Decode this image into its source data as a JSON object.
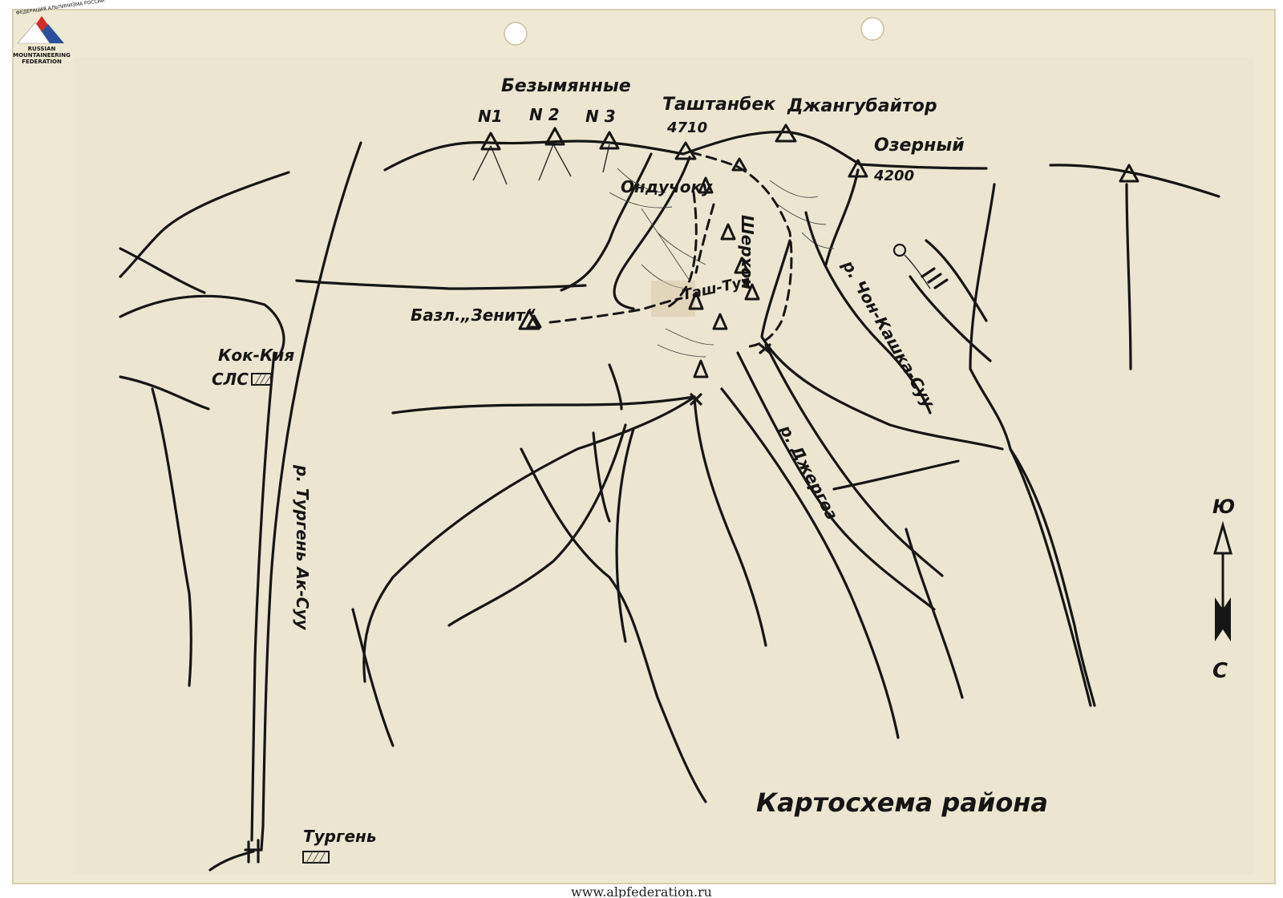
{
  "logo": {
    "arc_text": "ФЕДЕРАЦИЯ АЛЬПИНИЗМА РОССИИ",
    "line1": "RUSSIAN",
    "line2": "MOUNTAINEERING",
    "line3": "FEDERATION"
  },
  "colors": {
    "paper": "#efe9d3",
    "paper_edge": "#e8e0c4",
    "ink": "#151515",
    "logo_red": "#d42a2a",
    "logo_blue": "#2b4f9c"
  },
  "labels": {
    "bezymyannye": "Безымянные",
    "n1": "N1",
    "n2": "N 2",
    "n3": "N 3",
    "tashtanbek": "Таштанбек",
    "tashtanbek_alt": "4710",
    "dzhangubaitor": "Джангубайтор",
    "ozerny": "Озерный",
    "ozerny_alt": "4200",
    "onduchoku": "Ондучоку",
    "sherkhon": "Шерхон",
    "tash_tug": "Таш-Туя",
    "base_camp": "Базл.„Зенит“",
    "kok_kiya": "Кок-Кия",
    "sls": "СЛС",
    "river_chon_kashka": "р. Чон-Кашка-Суу",
    "river_dzhergez": "р. Джергез",
    "river_turgen": "р. Тургень Ак-Суу",
    "turgen": "Тургень",
    "title": "Картосхема района",
    "north_top": "Ю",
    "north_bottom": "С"
  },
  "footer": {
    "url": "www.alpfederation.ru"
  }
}
